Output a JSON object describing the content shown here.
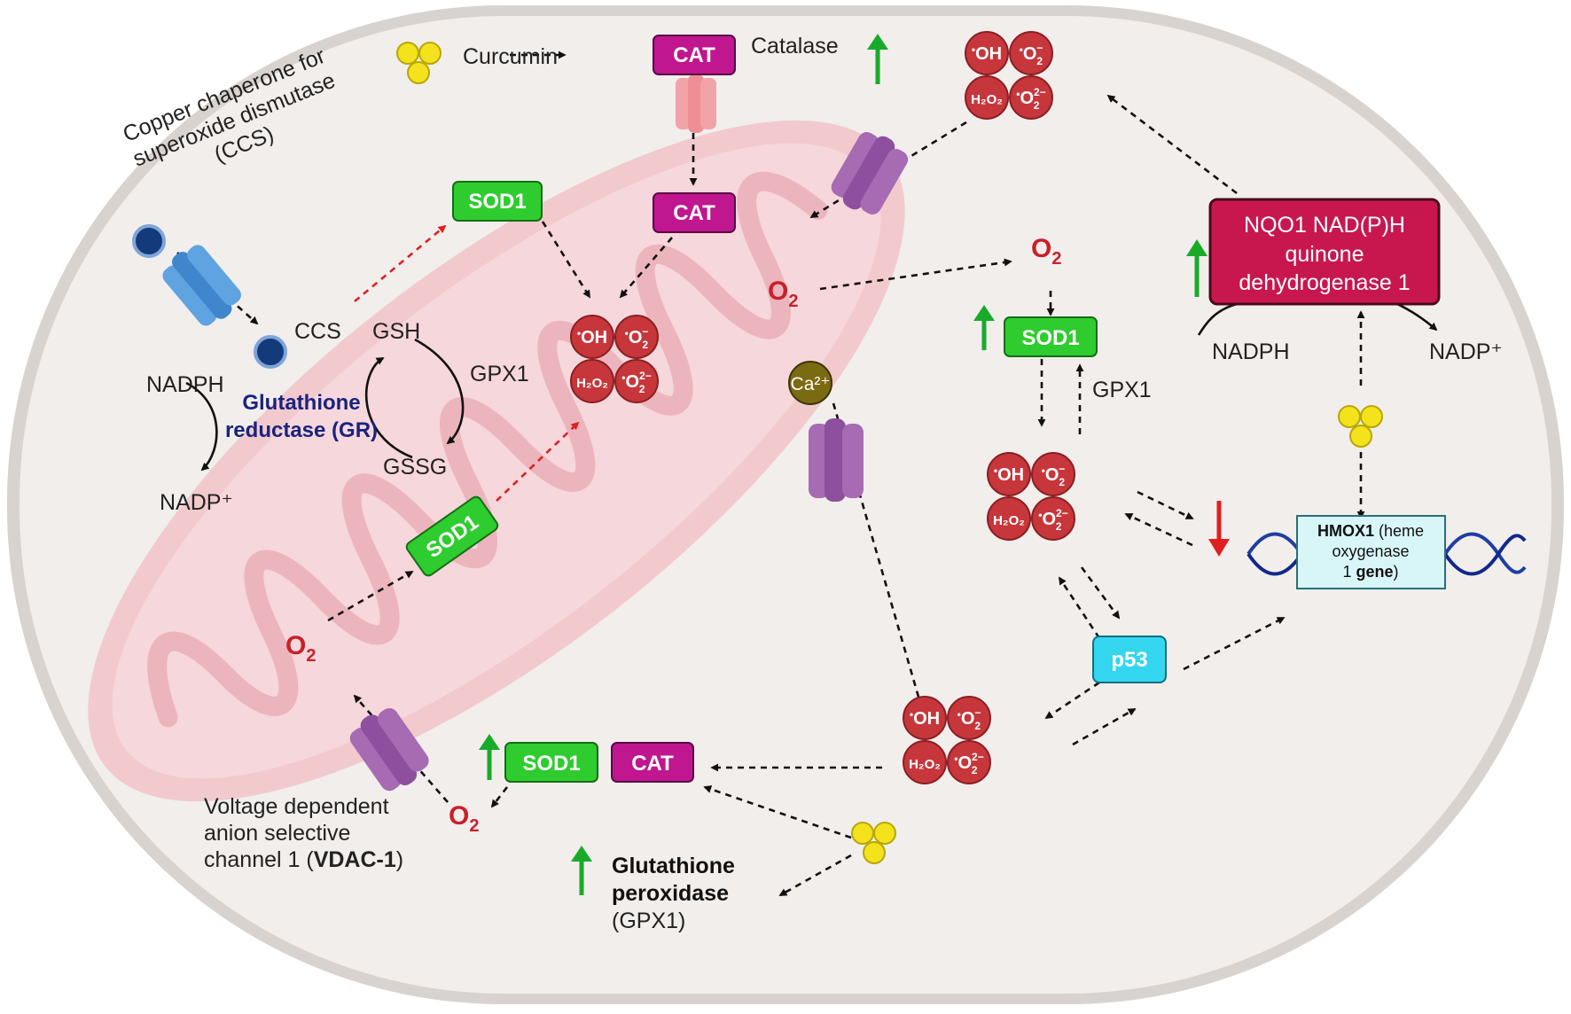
{
  "labels": {
    "curcumin": "Curcumin",
    "catalase": "Catalase",
    "ccs_full_1": "Copper chaperone for",
    "ccs_full_2": "superoxide dismutase",
    "ccs_full_3": "(CCS)",
    "ccs": "CCS",
    "gsh": "GSH",
    "gssg": "GSSG",
    "gpx1": "GPX1",
    "gpx1_right": "GPX1",
    "nadph_left": "NADPH",
    "nadp_left": "NADP⁺",
    "gr_1": "Glutathione",
    "gr_2": "reductase (GR)",
    "vdac_1": "Voltage dependent",
    "vdac_2": "anion selective",
    "vdac_3_pre": "channel 1 (",
    "vdac_3_bold": "VDAC-1",
    "vdac_3_post": ")",
    "gpx_b1": "Glutathione",
    "gpx_b2": "peroxidase",
    "gpx_b3": "(GPX1)",
    "nqo1_1": "NQO1 NAD(P)H",
    "nqo1_2": "quinone",
    "nqo1_3": "dehydrogenase 1",
    "nadph_right": "NADPH",
    "nadp_right": "NADP⁺",
    "hmox_1_bold": "HMOX1",
    "hmox_1_rest": " (heme",
    "hmox_2": "oxygenase",
    "hmox_3_pre": "1 ",
    "hmox_3_bold": "gene",
    "hmox_3_post": ")",
    "p53": "p53",
    "ca": "Ca²⁺",
    "cat": "CAT",
    "sod1": "SOD1",
    "o2": "O",
    "o2_sub": "2"
  },
  "ros": {
    "oh": "OH",
    "o2minus": "O",
    "h2o2": "H₂O₂",
    "o22minus": "O"
  },
  "colors": {
    "cat": "#c0168f",
    "sod1": "#2ecc2e",
    "nqo1": "#c8174f",
    "p53": "#33d6ee",
    "ros": "#c7363b",
    "o2_text": "#c8202a",
    "up_arrow": "#1aaa2a",
    "down_arrow": "#e02020"
  }
}
